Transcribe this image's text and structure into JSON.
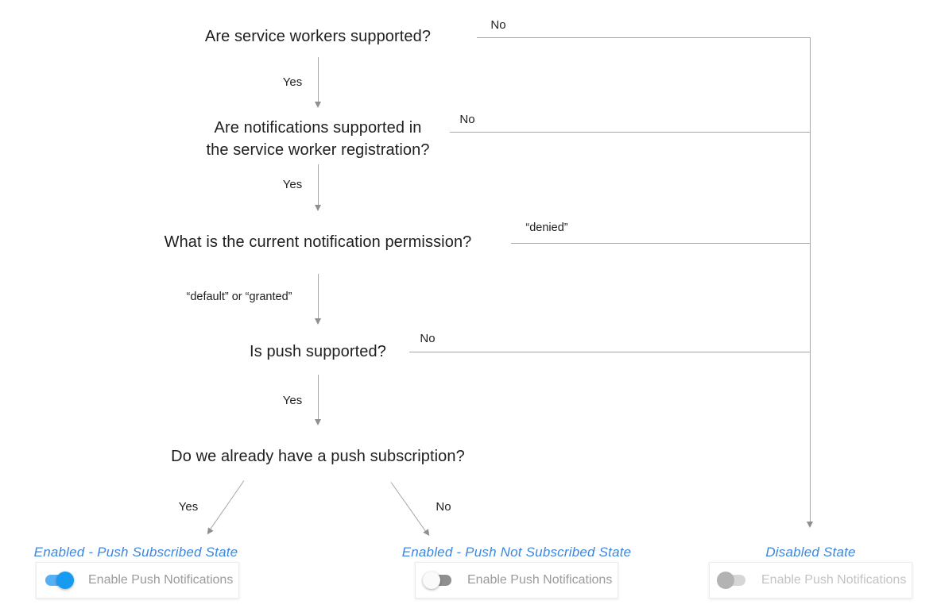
{
  "flowchart": {
    "questions": {
      "q1": "Are service workers supported?",
      "q2": "Are notifications supported in\nthe service worker registration?",
      "q3": "What is the current notification permission?",
      "q4": "Is push supported?",
      "q5": "Do we already have a push subscription?"
    },
    "labels": {
      "q1_yes": "Yes",
      "q1_no": "No",
      "q2_yes": "Yes",
      "q2_no": "No",
      "q3_denied": "“denied”",
      "q3_default_granted": "“default” or “granted”",
      "q4_yes": "Yes",
      "q4_no": "No",
      "q5_yes": "Yes",
      "q5_no": "No"
    },
    "states": [
      {
        "title": "Enabled - Push Subscribed State",
        "toggle": "on",
        "toggle_label": "Enable Push Notifications"
      },
      {
        "title": "Enabled - Push Not Subscribed State",
        "toggle": "off",
        "toggle_label": "Enable Push Notifications"
      },
      {
        "title": "Disabled State",
        "toggle": "disabled",
        "toggle_label": "Enable Push Notifications"
      }
    ],
    "colors": {
      "state_title_blue": "#3b87e0",
      "toggle_on_knob": "#159bf1",
      "toggle_on_track": "#58b0f4",
      "toggle_off_knob": "#fafafa",
      "toggle_off_track": "#8f8f8f",
      "toggle_disabled_knob": "#b3b3b3",
      "toggle_disabled_track": "#d6d6d6",
      "connector_gray": "#a6a6a6",
      "question_text": "#1f1f1f",
      "card_label_gray": "#9b9b9b",
      "card_label_disabled_gray": "#c3c3c3"
    }
  }
}
